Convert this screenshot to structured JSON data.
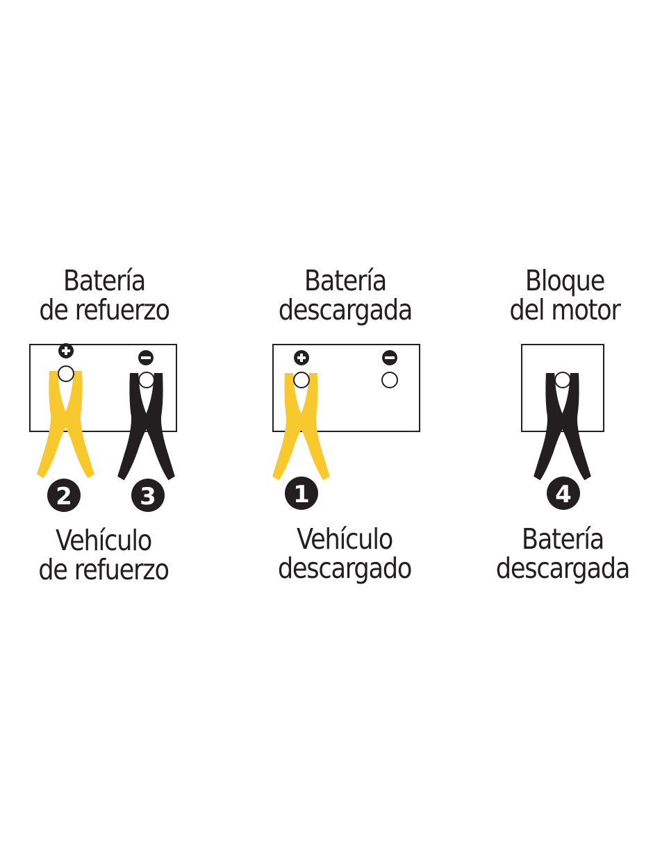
{
  "panels": [
    {
      "top_label": [
        "Batería",
        "de refuerzo"
      ],
      "bottom_label": [
        "Vehículo",
        "de refuerzo"
      ],
      "terminals": {
        "positive": "+",
        "negative": "−"
      },
      "clamps": [
        {
          "step": "2",
          "color": "yellow",
          "terminal": "positive"
        },
        {
          "step": "3",
          "color": "black",
          "terminal": "negative"
        }
      ]
    },
    {
      "top_label": [
        "Batería",
        "descargada"
      ],
      "bottom_label": [
        "Vehículo",
        "descargado"
      ],
      "terminals": {
        "positive": "+",
        "negative": "−"
      },
      "clamps": [
        {
          "step": "1",
          "color": "yellow",
          "terminal": "positive"
        }
      ]
    },
    {
      "top_label": [
        "Bloque",
        "del motor"
      ],
      "bottom_label": [
        "Batería",
        "descargada"
      ],
      "clamps": [
        {
          "step": "4",
          "color": "black",
          "terminal": "engine-block"
        }
      ]
    }
  ],
  "colors": {
    "yellow": "#f8c92e",
    "black": "#231f20",
    "outline": "#231f20",
    "background": "#ffffff"
  }
}
